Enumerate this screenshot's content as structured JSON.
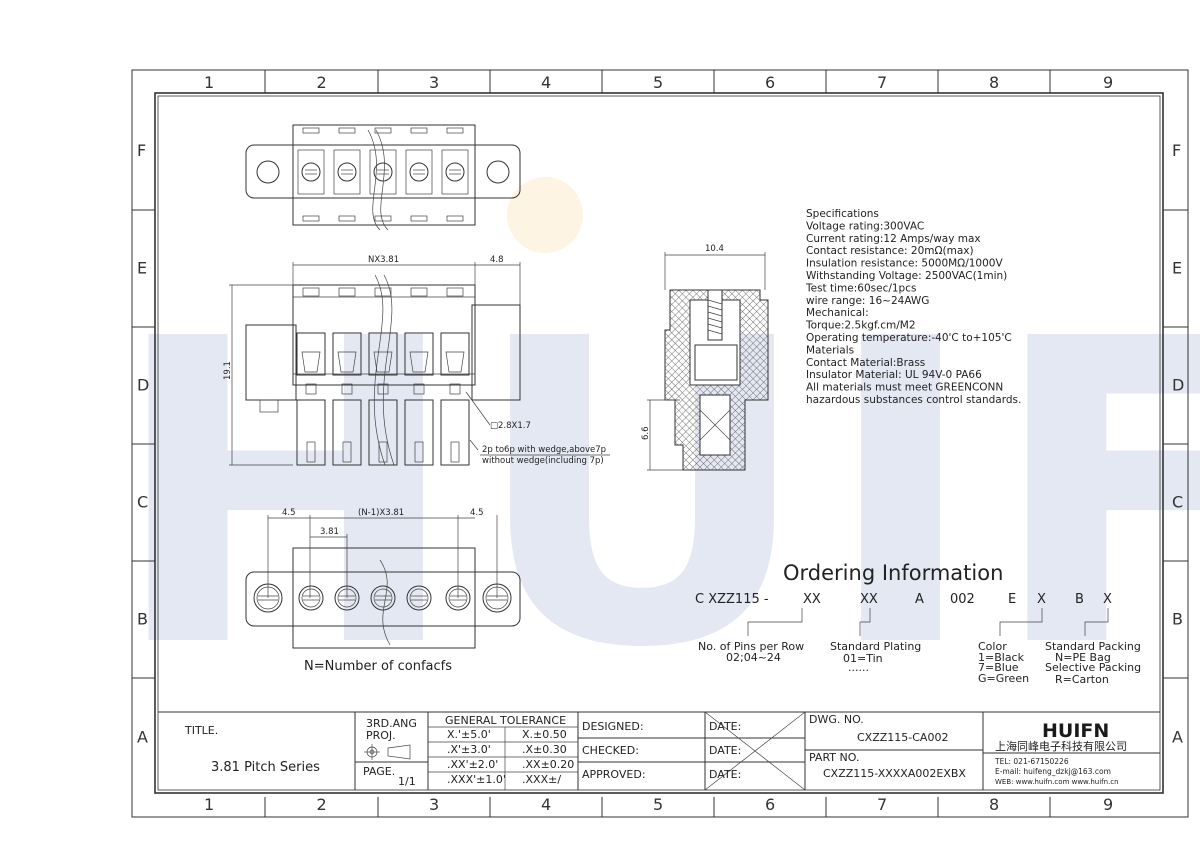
{
  "grid": {
    "columns": [
      "1",
      "2",
      "3",
      "4",
      "5",
      "6",
      "7",
      "8",
      "9"
    ],
    "rows": [
      "F",
      "E",
      "D",
      "C",
      "B",
      "A"
    ]
  },
  "specs": {
    "lines": [
      "Specifications",
      "Voltage rating:300VAC",
      "Current rating:12 Amps/way max",
      "Contact resistance: 20mΩ(max)",
      "Insulation resistance: 5000MΩ/1000V",
      "Withstanding Voltage: 2500VAC(1min)",
      "Test time:60sec/1pcs",
      "wire range: 16~24AWG",
      "Mechanical:",
      "Torque:2.5kgf.cm/M2",
      "Operating temperature:-40'C to+105'C",
      "Materials",
      "Contact Material:Brass",
      "Insulator Material: UL 94V-0 PA66",
      "All materials must meet GREENCONN",
      "hazardous substances control standards."
    ]
  },
  "dims": {
    "nx381": "NX3.81",
    "d48": "4.8",
    "d191": "19.1",
    "sq28": "□2.8X1.7",
    "wedge1": "2p to6p with wedge,above7p",
    "wedge2": "without wedge(including 7p)",
    "d104": "10.4",
    "d66": "6.6",
    "d45a": "4.5",
    "d381": "3.81",
    "n1x381": "(N-1)X3.81",
    "d45b": "4.5",
    "n_note": "N=Number of confacfs"
  },
  "ordering": {
    "title": "Ordering Information",
    "code": [
      "C XZZ115 -",
      "XX",
      "XX",
      "A",
      "002",
      "E",
      "X",
      "B",
      "X"
    ],
    "pins_label": "No. of Pins per Row",
    "pins_range": "02;04~24",
    "plating_label": "Standard Plating",
    "plating_value": "01=Tin",
    "plating_more": "......",
    "color_label": "Color",
    "color_1": "1=Black",
    "color_7": "7=Blue",
    "color_g": "G=Green",
    "packing_label": "Standard Packing",
    "packing_n": "N=PE Bag",
    "packing_sel": "Selective Packing",
    "packing_r": "R=Carton"
  },
  "titleblock": {
    "title_label": "TITLE.",
    "title_value": "3.81 Pitch Series",
    "proj1": "3RD.ANG",
    "proj2": "PROJ.",
    "page_label": "PAGE.",
    "page_value": "1/1",
    "tol_header": "GENERAL TOLERANCE",
    "tol": [
      [
        "X.'±5.0'",
        "X.±0.50"
      ],
      [
        ".X'±3.0'",
        ".X±0.30"
      ],
      [
        ".XX'±2.0'",
        ".XX±0.20"
      ],
      [
        ".XXX'±1.0'",
        ".XXX±/"
      ]
    ],
    "designed": "DESIGNED:",
    "checked": "CHECKED:",
    "approved": "APPROVED:",
    "date": "DATE:",
    "dwg_label": "DWG. NO.",
    "dwg_value": "CXZZ115-CA002",
    "part_label": "PART NO.",
    "part_value": "CXZZ115-XXXXA002EXBX",
    "logo": "HUIFN",
    "company": "上海同峰电子科技有限公司",
    "tel": "TEL: 021-67150226",
    "email": "E-mail: huifeng_dzkj@163.com",
    "web": "WEB: www.huifn.com  www.huifn.cn"
  },
  "watermark": "HUIFN"
}
